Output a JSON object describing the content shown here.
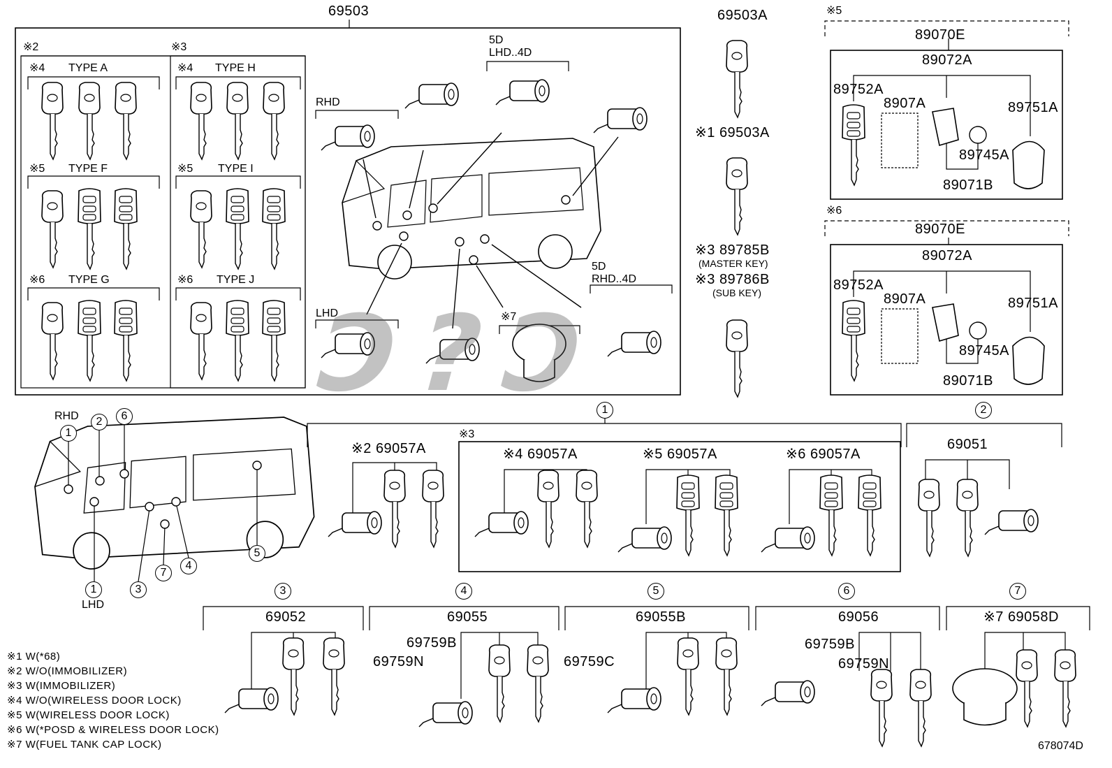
{
  "diagram": {
    "code": "678074D",
    "main_part": "69503",
    "top_right": {
      "p69503A": "69503A",
      "p69503A_n1": "※1 69503A",
      "p89785B": "※3 89785B",
      "master": "(MASTER KEY)",
      "p89786B": "※3 89786B",
      "sub": "(SUB KEY)"
    },
    "remote5": {
      "mark": "※5",
      "p89070E": "89070E",
      "p89072A": "89072A",
      "p89752A": "89752A",
      "p8907A": "8907A",
      "p89751A": "89751A",
      "p89745A": "89745A",
      "p89071B": "89071B"
    },
    "remote6": {
      "mark": "※6",
      "p89070E": "89070E",
      "p89072A": "89072A",
      "p89752A": "89752A",
      "p8907A": "8907A",
      "p89751A": "89751A",
      "p89745A": "89745A",
      "p89071B": "89071B"
    },
    "types": {
      "g2": "※2",
      "g3": "※3",
      "a_mark": "※4",
      "a": "TYPE A",
      "f_mark": "※5",
      "f": "TYPE F",
      "g_mark": "※6",
      "g": "TYPE G",
      "h_mark": "※4",
      "h": "TYPE H",
      "i_mark": "※5",
      "i": "TYPE I",
      "j_mark": "※6",
      "j": "TYPE J"
    },
    "location": {
      "rhd": "RHD",
      "lhd": "LHD",
      "five_d_lhd": "5D",
      "lhd4d": "LHD..4D",
      "five_d_rhd": "5D",
      "rhd4d": "RHD..4D",
      "n7": "※7"
    },
    "vehicle": {
      "rhd": "RHD",
      "lhd": "LHD"
    },
    "sets": {
      "c1": "1",
      "c2": "2",
      "c3": "3",
      "c4": "4",
      "c5": "5",
      "c6": "6",
      "c7": "7",
      "s2": "※2 69057A",
      "s3": "※3",
      "s4": "※4 69057A",
      "s5": "※5 69057A",
      "s6": "※6 69057A",
      "p69051": "69051",
      "p69052": "69052",
      "p69055": "69055",
      "p69055B": "69055B",
      "p69056": "69056",
      "p69058D": "※7 69058D",
      "p69759B_a": "69759B",
      "p69759N_a": "69759N",
      "p69759C": "69759C",
      "p69759B_b": "69759B",
      "p69759N_b": "69759N"
    },
    "notes": [
      "※1 W(*68)",
      "※2 W/O(IMMOBILIZER)",
      "※3 W(IMMOBILIZER)",
      "※4 W/O(WIRELESS DOOR LOCK)",
      "※5 W(WIRELESS DOOR LOCK)",
      "※6 W(*POSD & WIRELESS DOOR LOCK)",
      "※7 W(FUEL TANK CAP LOCK)"
    ]
  }
}
